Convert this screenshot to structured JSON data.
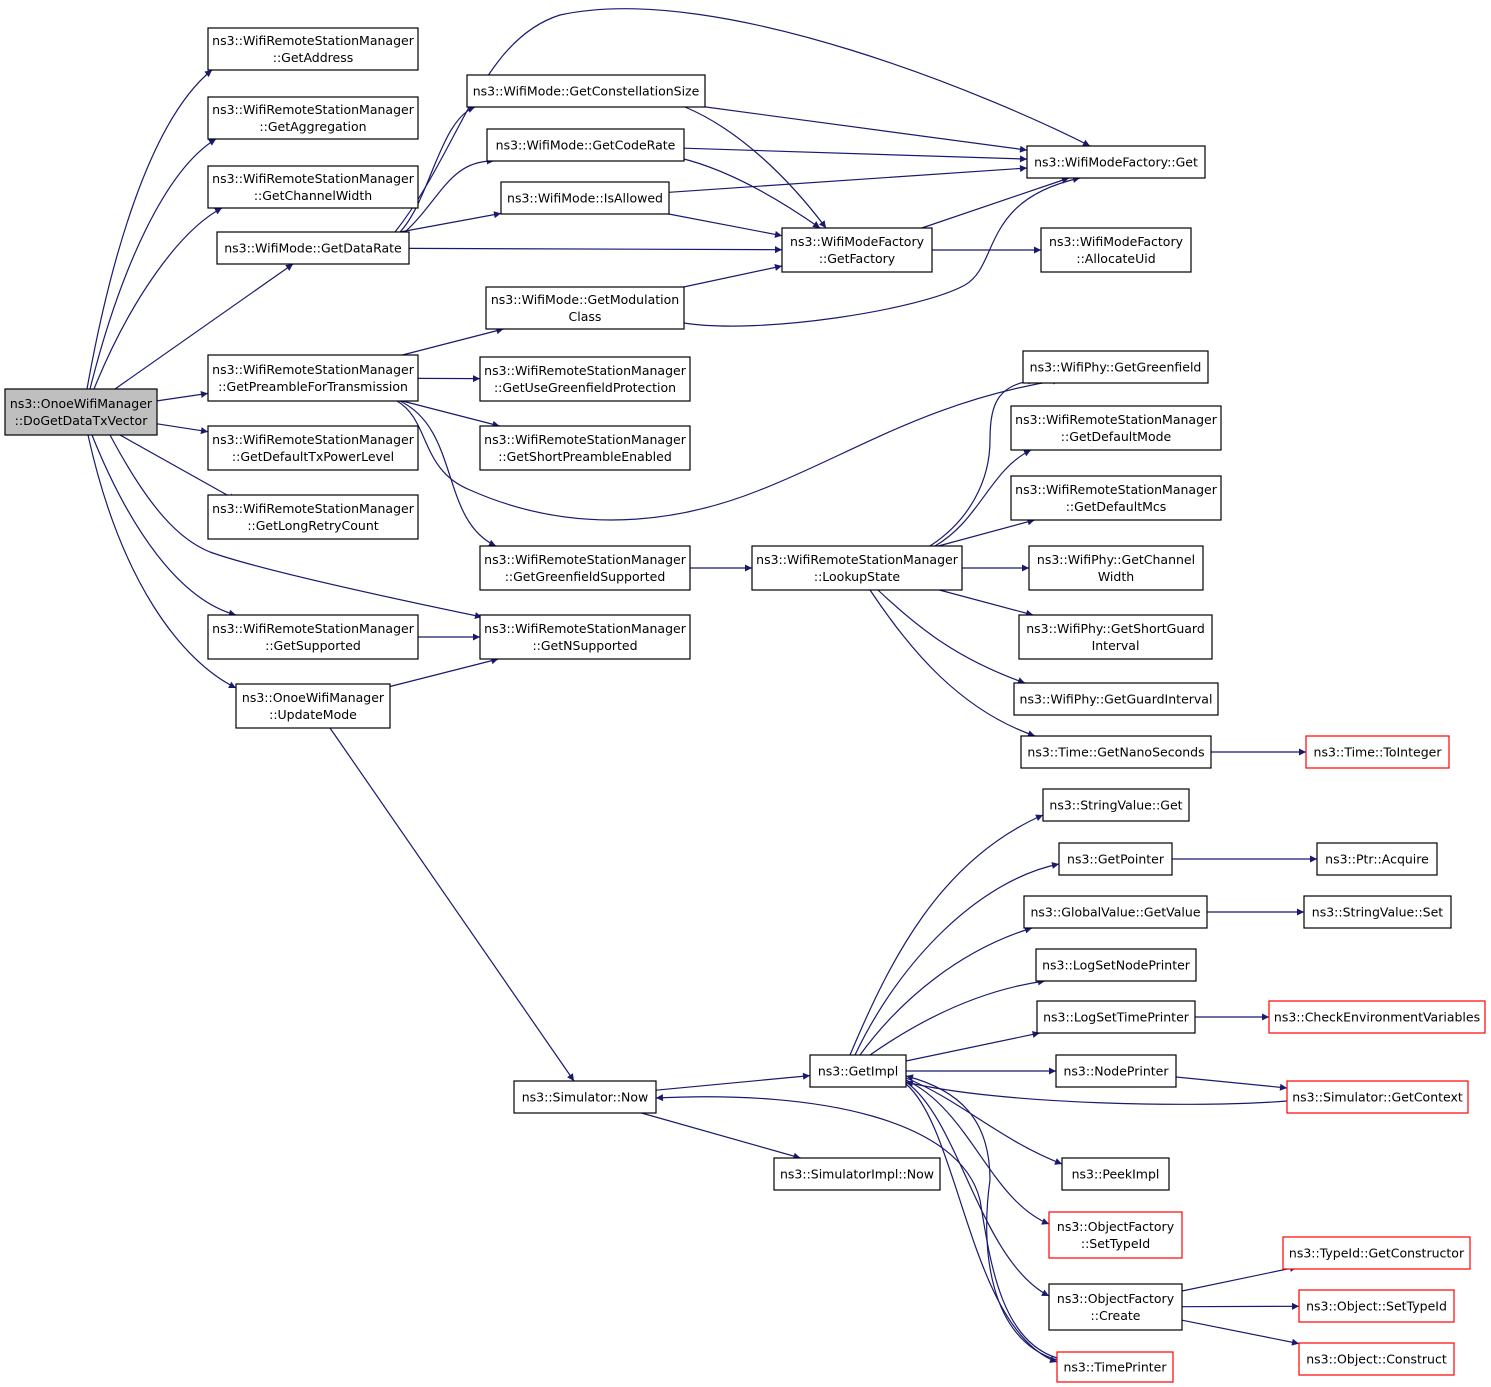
{
  "nodes": [
    {
      "id": "root",
      "lines": [
        "ns3::OnoeWifiManager",
        "::DoGetDataTxVector"
      ],
      "style": "root"
    },
    {
      "id": "getAddress",
      "lines": [
        "ns3::WifiRemoteStationManager",
        "::GetAddress"
      ]
    },
    {
      "id": "getAggregation",
      "lines": [
        "ns3::WifiRemoteStationManager",
        "::GetAggregation"
      ]
    },
    {
      "id": "getChannelWidthRSM",
      "lines": [
        "ns3::WifiRemoteStationManager",
        "::GetChannelWidth"
      ]
    },
    {
      "id": "getDataRate",
      "lines": [
        "ns3::WifiMode::GetDataRate"
      ]
    },
    {
      "id": "getPreamble",
      "lines": [
        "ns3::WifiRemoteStationManager",
        "::GetPreambleForTransmission"
      ]
    },
    {
      "id": "getDefaultTxPower",
      "lines": [
        "ns3::WifiRemoteStationManager",
        "::GetDefaultTxPowerLevel"
      ]
    },
    {
      "id": "getLongRetry",
      "lines": [
        "ns3::WifiRemoteStationManager",
        "::GetLongRetryCount"
      ]
    },
    {
      "id": "getSupported",
      "lines": [
        "ns3::WifiRemoteStationManager",
        "::GetSupported"
      ]
    },
    {
      "id": "updateMode",
      "lines": [
        "ns3::OnoeWifiManager",
        "::UpdateMode"
      ]
    },
    {
      "id": "getConstellation",
      "lines": [
        "ns3::WifiMode::GetConstellationSize"
      ]
    },
    {
      "id": "getCodeRate",
      "lines": [
        "ns3::WifiMode::GetCodeRate"
      ]
    },
    {
      "id": "isAllowed",
      "lines": [
        "ns3::WifiMode::IsAllowed"
      ]
    },
    {
      "id": "getModClass",
      "lines": [
        "ns3::WifiMode::GetModulation",
        "Class"
      ]
    },
    {
      "id": "getUseGreenfield",
      "lines": [
        "ns3::WifiRemoteStationManager",
        "::GetUseGreenfieldProtection"
      ]
    },
    {
      "id": "getShortPreamble",
      "lines": [
        "ns3::WifiRemoteStationManager",
        "::GetShortPreambleEnabled"
      ]
    },
    {
      "id": "getGreenfieldSupported",
      "lines": [
        "ns3::WifiRemoteStationManager",
        "::GetGreenfieldSupported"
      ]
    },
    {
      "id": "getNSupported",
      "lines": [
        "ns3::WifiRemoteStationManager",
        "::GetNSupported"
      ]
    },
    {
      "id": "factoryGet",
      "lines": [
        "ns3::WifiModeFactory::Get"
      ]
    },
    {
      "id": "getFactory",
      "lines": [
        "ns3::WifiModeFactory",
        "::GetFactory"
      ]
    },
    {
      "id": "allocateUid",
      "lines": [
        "ns3::WifiModeFactory",
        "::AllocateUid"
      ]
    },
    {
      "id": "lookupState",
      "lines": [
        "ns3::WifiRemoteStationManager",
        "::LookupState"
      ]
    },
    {
      "id": "phyGreenfield",
      "lines": [
        "ns3::WifiPhy::GetGreenfield"
      ]
    },
    {
      "id": "getDefaultMode",
      "lines": [
        "ns3::WifiRemoteStationManager",
        "::GetDefaultMode"
      ]
    },
    {
      "id": "getDefaultMcs",
      "lines": [
        "ns3::WifiRemoteStationManager",
        "::GetDefaultMcs"
      ]
    },
    {
      "id": "phyChannelWidth",
      "lines": [
        "ns3::WifiPhy::GetChannel",
        "Width"
      ]
    },
    {
      "id": "phyShortGuard",
      "lines": [
        "ns3::WifiPhy::GetShortGuard",
        "Interval"
      ]
    },
    {
      "id": "phyGuardInterval",
      "lines": [
        "ns3::WifiPhy::GetGuardInterval"
      ]
    },
    {
      "id": "getNanoSeconds",
      "lines": [
        "ns3::Time::GetNanoSeconds"
      ]
    },
    {
      "id": "toInteger",
      "lines": [
        "ns3::Time::ToInteger"
      ],
      "style": "red"
    },
    {
      "id": "simNow",
      "lines": [
        "ns3::Simulator::Now"
      ]
    },
    {
      "id": "simImplNow",
      "lines": [
        "ns3::SimulatorImpl::Now"
      ]
    },
    {
      "id": "getImpl",
      "lines": [
        "ns3::GetImpl"
      ]
    },
    {
      "id": "stringValueGet",
      "lines": [
        "ns3::StringValue::Get"
      ]
    },
    {
      "id": "getPointer",
      "lines": [
        "ns3::GetPointer"
      ]
    },
    {
      "id": "ptrAcquire",
      "lines": [
        "ns3::Ptr::Acquire"
      ]
    },
    {
      "id": "globalGetValue",
      "lines": [
        "ns3::GlobalValue::GetValue"
      ]
    },
    {
      "id": "stringValueSet",
      "lines": [
        "ns3::StringValue::Set"
      ]
    },
    {
      "id": "logSetNodePrinter",
      "lines": [
        "ns3::LogSetNodePrinter"
      ]
    },
    {
      "id": "logSetTimePrinter",
      "lines": [
        "ns3::LogSetTimePrinter"
      ]
    },
    {
      "id": "checkEnv",
      "lines": [
        "ns3::CheckEnvironmentVariables"
      ],
      "style": "red"
    },
    {
      "id": "nodePrinter",
      "lines": [
        "ns3::NodePrinter"
      ]
    },
    {
      "id": "simGetContext",
      "lines": [
        "ns3::Simulator::GetContext"
      ],
      "style": "red"
    },
    {
      "id": "peekImpl",
      "lines": [
        "ns3::PeekImpl"
      ]
    },
    {
      "id": "ofSetTypeId",
      "lines": [
        "ns3::ObjectFactory",
        "::SetTypeId"
      ],
      "style": "red"
    },
    {
      "id": "ofCreate",
      "lines": [
        "ns3::ObjectFactory",
        "::Create"
      ]
    },
    {
      "id": "timePrinter",
      "lines": [
        "ns3::TimePrinter"
      ],
      "style": "red"
    },
    {
      "id": "typeIdGetCtor",
      "lines": [
        "ns3::TypeId::GetConstructor"
      ],
      "style": "red"
    },
    {
      "id": "objSetTypeId",
      "lines": [
        "ns3::Object::SetTypeId"
      ],
      "style": "red"
    },
    {
      "id": "objConstruct",
      "lines": [
        "ns3::Object::Construct"
      ],
      "style": "red"
    }
  ],
  "edges": [
    [
      "root",
      "getAddress"
    ],
    [
      "root",
      "getAggregation"
    ],
    [
      "root",
      "getChannelWidthRSM"
    ],
    [
      "root",
      "getDataRate"
    ],
    [
      "root",
      "getPreamble"
    ],
    [
      "root",
      "getDefaultTxPower"
    ],
    [
      "root",
      "getLongRetry"
    ],
    [
      "root",
      "getSupported"
    ],
    [
      "root",
      "updateMode"
    ],
    [
      "root",
      "getNSupported"
    ],
    [
      "getDataRate",
      "getConstellation"
    ],
    [
      "getDataRate",
      "getCodeRate"
    ],
    [
      "getDataRate",
      "isAllowed"
    ],
    [
      "getDataRate",
      "getFactory"
    ],
    [
      "getDataRate",
      "factoryGet"
    ],
    [
      "getConstellation",
      "factoryGet"
    ],
    [
      "getConstellation",
      "getFactory"
    ],
    [
      "getCodeRate",
      "factoryGet"
    ],
    [
      "getCodeRate",
      "getFactory"
    ],
    [
      "isAllowed",
      "factoryGet"
    ],
    [
      "isAllowed",
      "getFactory"
    ],
    [
      "getModClass",
      "getFactory"
    ],
    [
      "getModClass",
      "factoryGet"
    ],
    [
      "getFactory",
      "factoryGet"
    ],
    [
      "getFactory",
      "allocateUid"
    ],
    [
      "getPreamble",
      "getModClass"
    ],
    [
      "getPreamble",
      "getUseGreenfield"
    ],
    [
      "getPreamble",
      "getShortPreamble"
    ],
    [
      "getPreamble",
      "getGreenfieldSupported"
    ],
    [
      "getPreamble",
      "phyGreenfield"
    ],
    [
      "getGreenfieldSupported",
      "lookupState"
    ],
    [
      "lookupState",
      "phyGreenfield"
    ],
    [
      "lookupState",
      "getDefaultMode"
    ],
    [
      "lookupState",
      "getDefaultMcs"
    ],
    [
      "lookupState",
      "phyChannelWidth"
    ],
    [
      "lookupState",
      "phyShortGuard"
    ],
    [
      "lookupState",
      "phyGuardInterval"
    ],
    [
      "lookupState",
      "getNanoSeconds"
    ],
    [
      "getNanoSeconds",
      "toInteger"
    ],
    [
      "getSupported",
      "getNSupported"
    ],
    [
      "updateMode",
      "getNSupported"
    ],
    [
      "updateMode",
      "simNow"
    ],
    [
      "simNow",
      "getImpl"
    ],
    [
      "simNow",
      "simImplNow"
    ],
    [
      "getImpl",
      "stringValueGet"
    ],
    [
      "getImpl",
      "getPointer"
    ],
    [
      "getImpl",
      "globalGetValue"
    ],
    [
      "getImpl",
      "logSetNodePrinter"
    ],
    [
      "getImpl",
      "logSetTimePrinter"
    ],
    [
      "getImpl",
      "nodePrinter"
    ],
    [
      "getImpl",
      "peekImpl"
    ],
    [
      "getImpl",
      "ofSetTypeId"
    ],
    [
      "getImpl",
      "ofCreate"
    ],
    [
      "getImpl",
      "timePrinter"
    ],
    [
      "getPointer",
      "ptrAcquire"
    ],
    [
      "globalGetValue",
      "stringValueSet"
    ],
    [
      "logSetTimePrinter",
      "checkEnv"
    ],
    [
      "nodePrinter",
      "simGetContext"
    ],
    [
      "simGetContext",
      "getImpl"
    ],
    [
      "timePrinter",
      "simNow"
    ],
    [
      "timePrinter",
      "getImpl"
    ],
    [
      "ofCreate",
      "typeIdGetCtor"
    ],
    [
      "ofCreate",
      "objSetTypeId"
    ],
    [
      "ofCreate",
      "objConstruct"
    ]
  ],
  "colors": {
    "edge": "#191970",
    "node_border": "#000000",
    "root_fill": "#bfbfbf",
    "external_border": "#ff0000"
  }
}
